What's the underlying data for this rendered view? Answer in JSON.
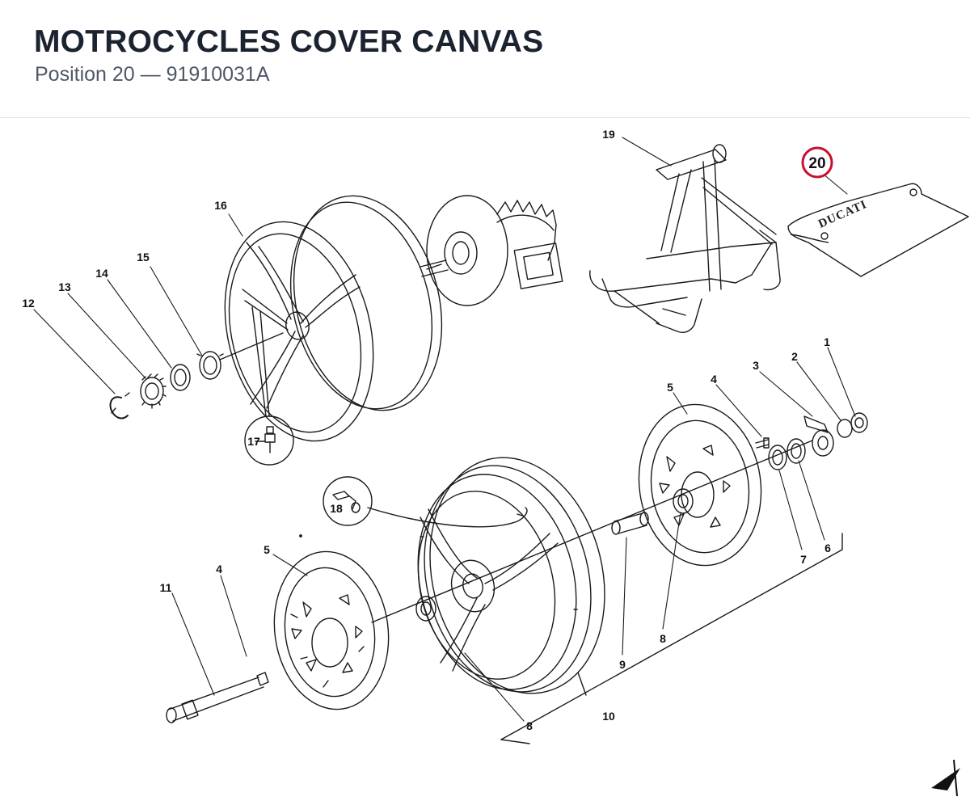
{
  "header": {
    "title": "MOTROCYCLES COVER CANVAS",
    "subtitle": "Position 20 — 91910031A"
  },
  "highlight": {
    "position": "20",
    "color": "#c8102e"
  },
  "cover_brand_text": "DUCATI",
  "callouts": [
    "1",
    "2",
    "3",
    "4",
    "5",
    "6",
    "7",
    "8",
    "9",
    "10",
    "11",
    "12",
    "13",
    "14",
    "15",
    "16",
    "17",
    "18",
    "19"
  ],
  "icons": {
    "corner_logo": "arrow-logo-icon"
  }
}
